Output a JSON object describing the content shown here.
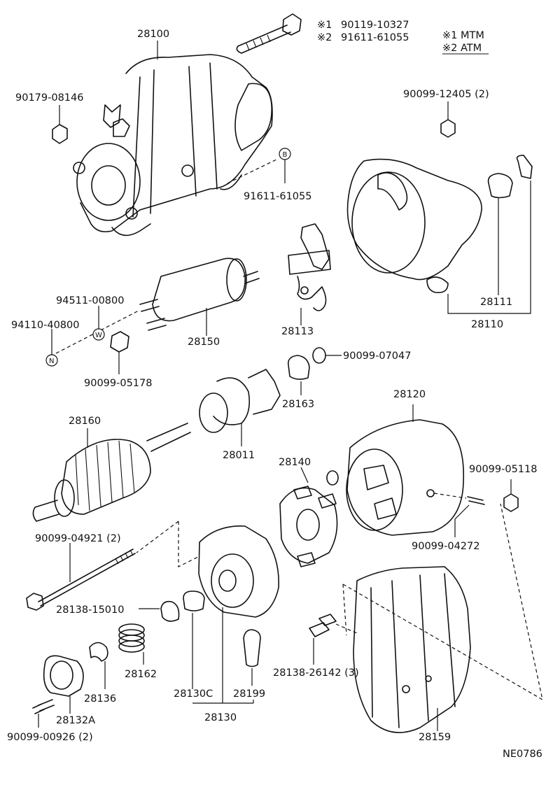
{
  "legend": {
    "bolt_notes": [
      {
        "mark": "※1",
        "part": "90119-10327"
      },
      {
        "mark": "※2",
        "part": "91611-61055"
      }
    ],
    "transmission_notes": [
      {
        "mark": "※1",
        "text": "MTM"
      },
      {
        "mark": "※2",
        "text": "ATM"
      }
    ]
  },
  "callouts": {
    "starter_assy": "28100",
    "nut_terminal": "90179-08146",
    "bolt_b": "91611-61055",
    "ref_b": "B",
    "nut_housing": "90099-12405 (2)",
    "bush": "28111",
    "drive_housing": "28110",
    "lever": "28113",
    "ring_snap": "90099-07047",
    "washer_w": "94511-00800",
    "nut_n": "94110-40800",
    "ref_w": "W",
    "ref_n": "N",
    "solenoid": "28150",
    "nut_solenoid": "90099-05178",
    "collar": "28163",
    "yoke": "28120",
    "armature": "28160",
    "clutch": "28011",
    "brush_holder": "28140",
    "nut_yoke": "90099-05118",
    "through_bolt": "90099-04921 (2)",
    "stud": "90099-04272",
    "washer_brg": "28138-15010",
    "bush_end": "28130C",
    "end_frame": "28130",
    "plug": "28199",
    "spring": "28162",
    "clip": "28136",
    "cover": "28132A",
    "screw": "90099-00926 (2)",
    "brush": "28138-26142 (3)",
    "insulator": "28159",
    "drawing_code": "NE0786"
  }
}
